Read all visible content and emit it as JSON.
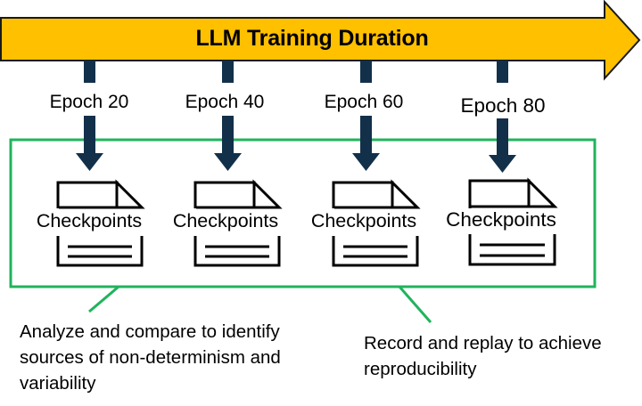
{
  "diagram": {
    "type": "timeline-flow",
    "title": "LLM Training Duration",
    "colors": {
      "banner_fill": "#FFC000",
      "banner_stroke": "#1A1A1A",
      "connector": "#12304A",
      "box_stroke": "#21B35C",
      "icon_stroke": "#000000",
      "text": "#000000"
    },
    "timeline": {
      "label": "LLM Training Duration",
      "arrow_direction": "right"
    },
    "milestones": [
      {
        "epoch_label": "Epoch 20",
        "artifact_label": "Checkpoints"
      },
      {
        "epoch_label": "Epoch 40",
        "artifact_label": "Checkpoints"
      },
      {
        "epoch_label": "Epoch 60",
        "artifact_label": "Checkpoints"
      },
      {
        "epoch_label": "Epoch 80",
        "artifact_label": "Checkpoints"
      }
    ],
    "annotations": [
      {
        "id": "left",
        "text": "Analyze and compare to identify sources of non-determinism and variability"
      },
      {
        "id": "right",
        "text": "Record and replay to achieve reproducibility"
      }
    ]
  }
}
